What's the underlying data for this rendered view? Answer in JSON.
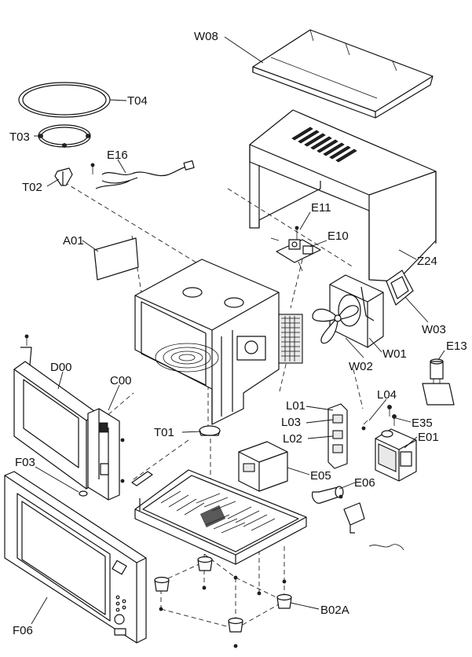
{
  "parts": [
    {
      "id": "w08",
      "label": "W08"
    },
    {
      "id": "t04",
      "label": "T04"
    },
    {
      "id": "t03",
      "label": "T03"
    },
    {
      "id": "e16",
      "label": "E16"
    },
    {
      "id": "t02",
      "label": "T02"
    },
    {
      "id": "e11",
      "label": "E11"
    },
    {
      "id": "e10",
      "label": "E10"
    },
    {
      "id": "a01",
      "label": "A01"
    },
    {
      "id": "z24",
      "label": "Z24"
    },
    {
      "id": "w03",
      "label": "W03"
    },
    {
      "id": "w01",
      "label": "W01"
    },
    {
      "id": "e13",
      "label": "E13"
    },
    {
      "id": "d00",
      "label": "D00"
    },
    {
      "id": "w02",
      "label": "W02"
    },
    {
      "id": "c00",
      "label": "C00"
    },
    {
      "id": "l04",
      "label": "L04"
    },
    {
      "id": "l01",
      "label": "L01"
    },
    {
      "id": "e35",
      "label": "E35"
    },
    {
      "id": "l03",
      "label": "L03"
    },
    {
      "id": "t01",
      "label": "T01"
    },
    {
      "id": "e01",
      "label": "E01"
    },
    {
      "id": "l02",
      "label": "L02"
    },
    {
      "id": "f03",
      "label": "F03"
    },
    {
      "id": "e05",
      "label": "E05"
    },
    {
      "id": "e06",
      "label": "E06"
    },
    {
      "id": "b02a",
      "label": "B02A"
    },
    {
      "id": "f06",
      "label": "F06"
    }
  ]
}
